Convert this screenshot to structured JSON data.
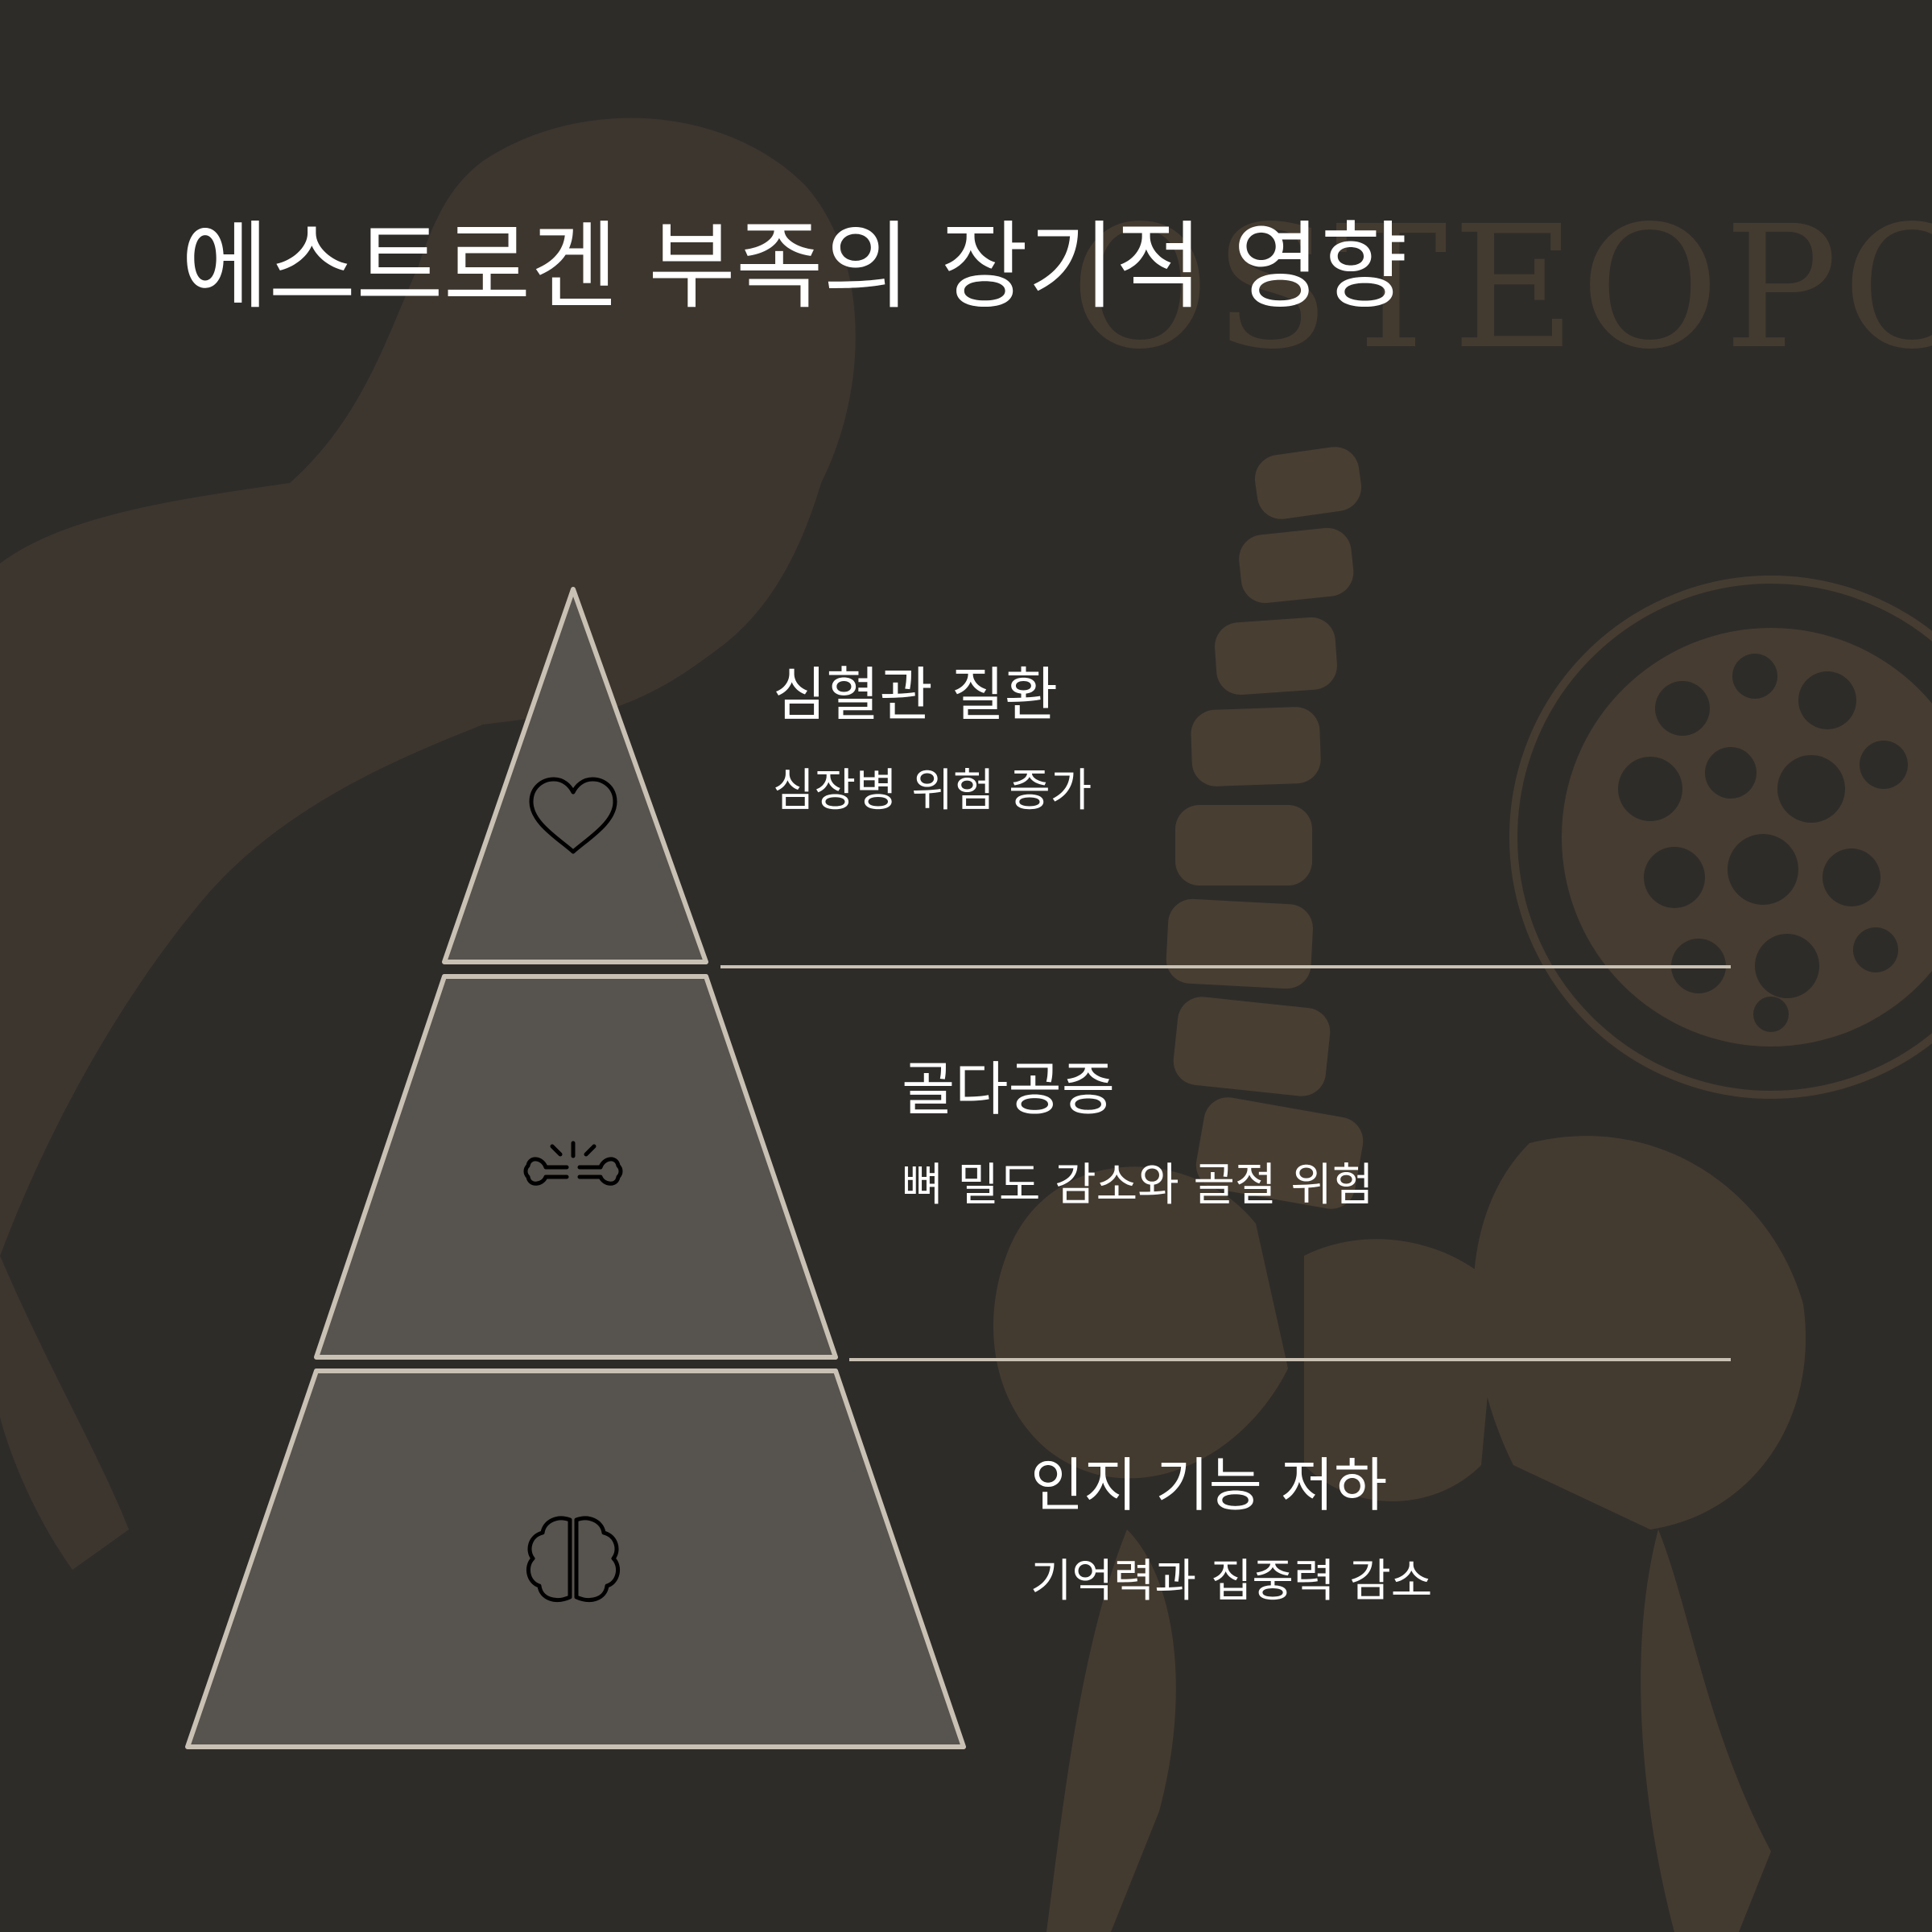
{
  "title": "에스트로겐 부족의 장기적 영향",
  "background": {
    "watermark_text": "OSTEOPORO",
    "colors": {
      "base": "#2e2c29",
      "sepia": "#5a4a38"
    }
  },
  "pyramid": {
    "fill_color": "#57534e",
    "border_color": "#c9c1b4",
    "tiers": [
      {
        "icon": "heart-icon",
        "heading": "심혈관 질환",
        "description": "심장병 위험 증가"
      },
      {
        "icon": "broken-bone-icon",
        "heading": "골다공증",
        "description": "뼈 밀도 감소와 골절 위험"
      },
      {
        "icon": "brain-icon",
        "heading": "인지 기능 저하",
        "description": "기억력과 집중력 감소"
      }
    ]
  }
}
